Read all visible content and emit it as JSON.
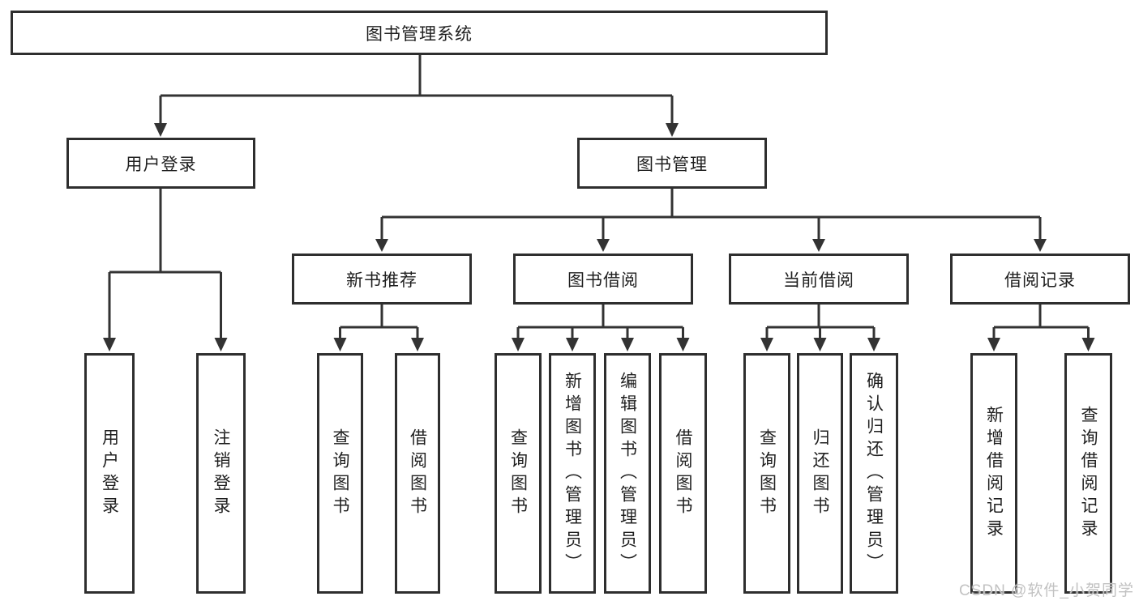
{
  "diagram": {
    "title": "图书管理系统",
    "branches": [
      {
        "label": "用户登录",
        "children": [
          {
            "label": "用户登录"
          },
          {
            "label": "注销登录"
          }
        ]
      },
      {
        "label": "图书管理",
        "groups": [
          {
            "label": "新书推荐",
            "children": [
              {
                "label": "查询图书"
              },
              {
                "label": "借阅图书"
              }
            ]
          },
          {
            "label": "图书借阅",
            "children": [
              {
                "label": "查询图书"
              },
              {
                "label": "新增图书（管理员）"
              },
              {
                "label": "编辑图书（管理员）"
              },
              {
                "label": "借阅图书"
              }
            ]
          },
          {
            "label": "当前借阅",
            "children": [
              {
                "label": "查询图书"
              },
              {
                "label": "归还图书"
              },
              {
                "label": "确认归还（管理员）"
              }
            ]
          },
          {
            "label": "借阅记录",
            "children": [
              {
                "label": "新增借阅记录"
              },
              {
                "label": "查询借阅记录"
              }
            ]
          }
        ]
      }
    ]
  },
  "watermark": {
    "text": "CSDN @软件_小贺同学"
  },
  "colors": {
    "line": "#333333",
    "box_border": "#2e2e2e",
    "text": "#1f1f1f",
    "watermark": "#c2c2c2",
    "background": "#ffffff"
  }
}
